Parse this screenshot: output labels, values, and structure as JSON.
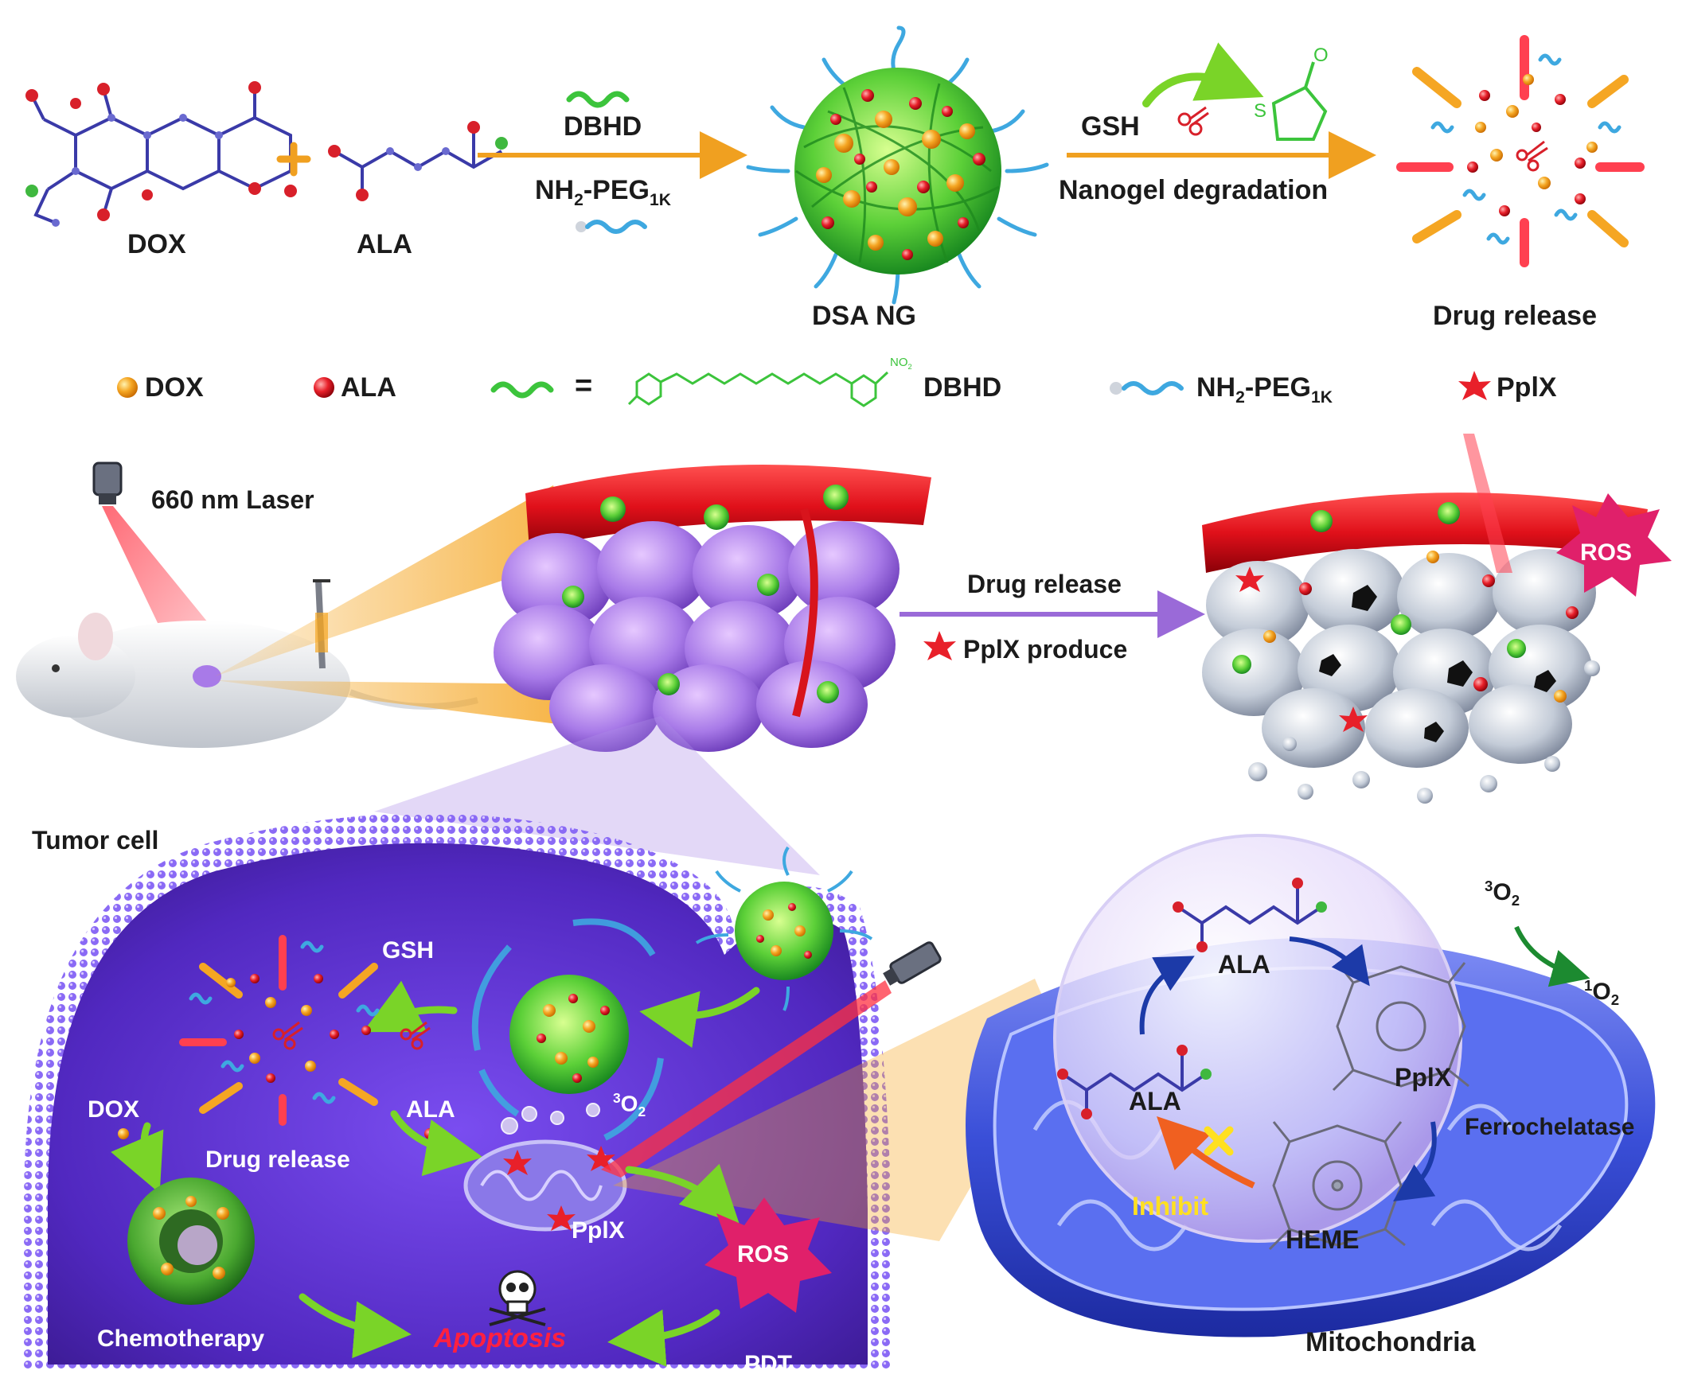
{
  "reaction": {
    "dox_label": "DOX",
    "ala_label": "ALA",
    "plus": "+",
    "reagent_top": "DBHD",
    "reagent_bottom": {
      "prefix": "NH",
      "sub1": "2",
      "middle": "-PEG",
      "sub2": "1K"
    },
    "product_label": "DSA NG",
    "degradation_agent": "GSH",
    "degradation_label": "Nanogel degradation",
    "release_label": "Drug release",
    "lactone_atoms": {
      "sulfur": "S",
      "oxygen": "O"
    }
  },
  "legend": {
    "dox": "DOX",
    "ala": "ALA",
    "equals": "=",
    "dbhd": "DBHD",
    "nitro": "NO",
    "nitro_sub": "2",
    "peg": {
      "prefix": "NH",
      "sub1": "2",
      "middle": "-PEG",
      "sub2": "1K"
    },
    "pplx": "PplX"
  },
  "in_vivo": {
    "laser": "660 nm  Laser",
    "arrow_top": "Drug release",
    "arrow_bottom": "PplX produce",
    "ros": "ROS"
  },
  "cell": {
    "title": "Tumor cell",
    "gsh": "GSH",
    "dox": "DOX",
    "ala": "ALA",
    "drug_release": "Drug release",
    "oxygen": {
      "sup": "3",
      "letter": "O",
      "sub": "2"
    },
    "pplx": "PplX",
    "ros": "ROS",
    "chemotherapy": "Chemotherapy",
    "apoptosis": "Apoptosis",
    "pdt": "PDT"
  },
  "mito": {
    "ala_top": "ALA",
    "ala_bottom": "ALA",
    "pplx": "PplX",
    "ferrochelatase": "Ferrochelatase",
    "heme": "HEME",
    "inhibit": "Inhibit",
    "triplet": {
      "sup": "3",
      "letter": "O",
      "sub": "2"
    },
    "singlet": {
      "sup": "1",
      "letter": "O",
      "sub": "2"
    },
    "title": "Mitochondria"
  },
  "colors": {
    "dox_particle": "#f5a623",
    "ala_particle": "#e8202a",
    "dbhd_chain": "#3cc43c",
    "peg_chain": "#3ea8e0",
    "arrow_orange": "#f0a020",
    "arrow_purple": "#9a6ad8",
    "cell_purple": "#5a2fc8",
    "blood_red": "#d8141c",
    "ros_pink": "#e0206a",
    "mito_blue": "#3f58d8"
  }
}
